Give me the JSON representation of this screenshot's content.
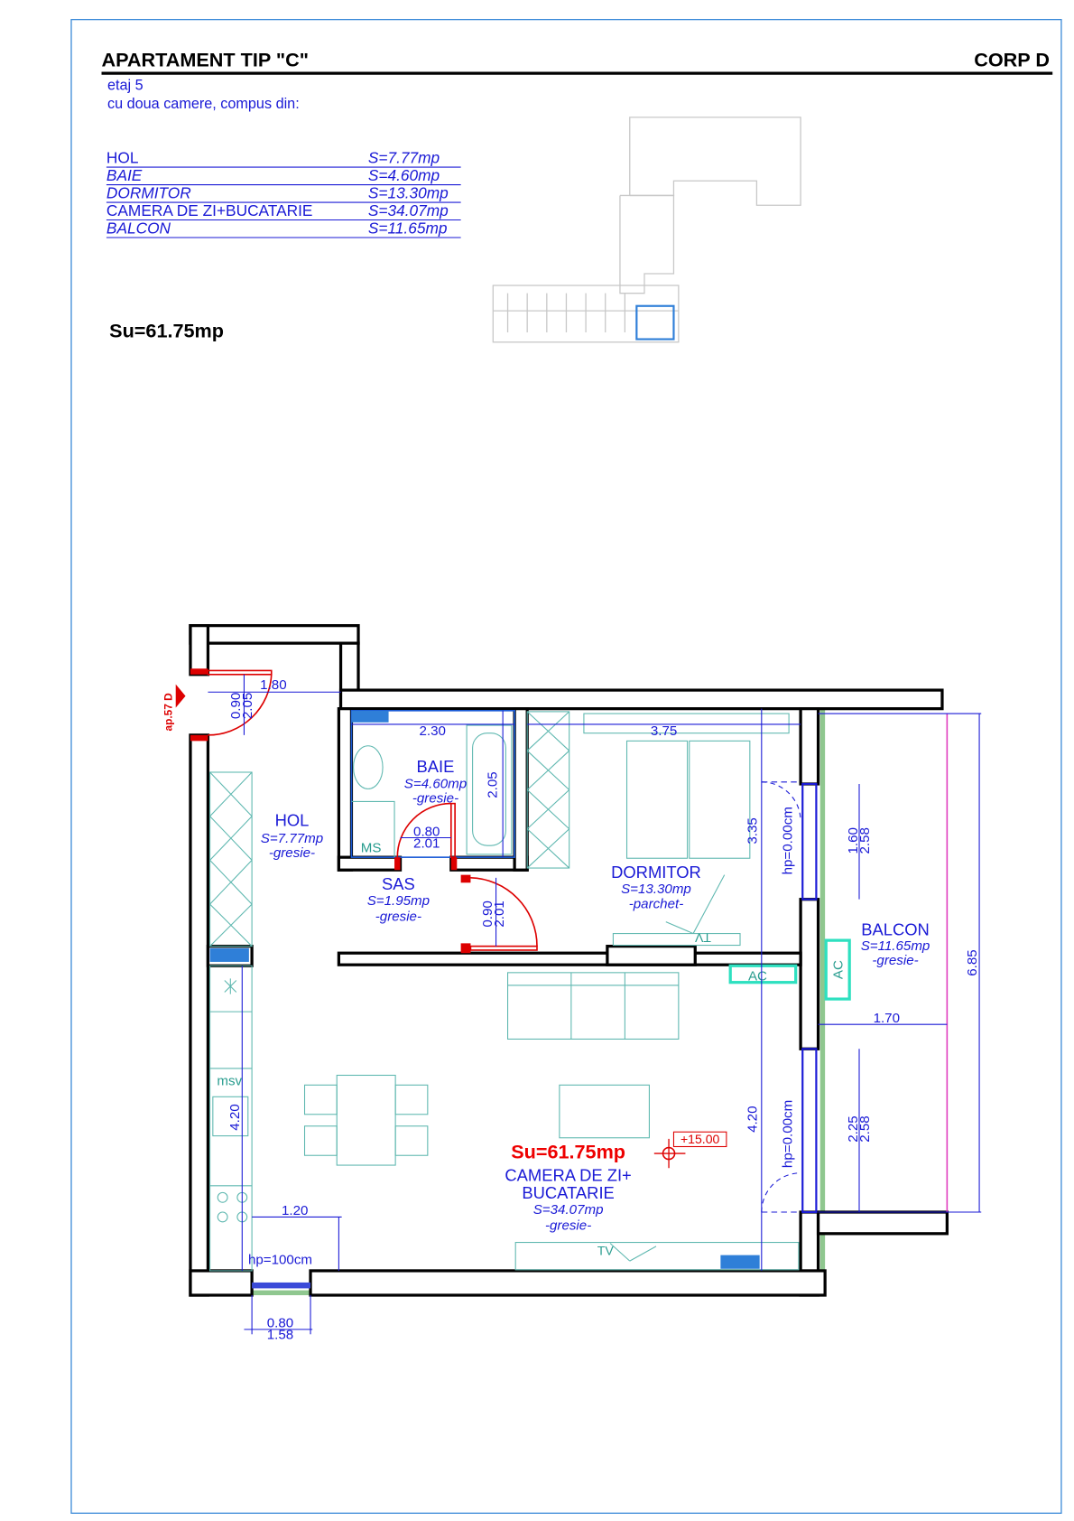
{
  "header": {
    "title": "APARTAMENT TIP \"C\"",
    "building": "CORP D"
  },
  "description": {
    "floor": "etaj 5",
    "summary": "cu doua camere, compus din:"
  },
  "rooms": [
    {
      "name": "HOL",
      "area": "S=7.77mp"
    },
    {
      "name": "BAIE",
      "area": "S=4.60mp"
    },
    {
      "name": "DORMITOR",
      "area": "S=13.30mp"
    },
    {
      "name": "CAMERA DE ZI+BUCATARIE",
      "area": "S=34.07mp"
    },
    {
      "name": "BALCON",
      "area": "S=11.65mp"
    }
  ],
  "total_area": "Su=61.75mp",
  "plan": {
    "entrance": "ap.57 D",
    "hol": {
      "name": "HOL",
      "area": "S=7.77mp",
      "finish": "-gresie-"
    },
    "baie": {
      "name": "BAIE",
      "area": "S=4.60mp",
      "finish": "-gresie-"
    },
    "sas": {
      "name": "SAS",
      "area": "S=1.95mp",
      "finish": "-gresie-"
    },
    "dormitor": {
      "name": "DORMITOR",
      "area": "S=13.30mp",
      "finish": "-parchet-"
    },
    "balcon": {
      "name": "BALCON",
      "area": "S=11.65mp",
      "finish": "-gresie-"
    },
    "living": {
      "name1": "CAMERA DE ZI+",
      "name2": "BUCATARIE",
      "area": "S=34.07mp",
      "finish": "-gresie-"
    },
    "total": "Su=61.75mp",
    "level": "+15.00",
    "labels": {
      "ms": "MS",
      "msv": "msv",
      "tv": "TV",
      "ac": "AC"
    },
    "dims": {
      "d180": "1.80",
      "d090a": "0.90",
      "d205a": "2.05",
      "d230": "2.30",
      "d205b": "2.05",
      "d375": "3.75",
      "d080a": "0.80",
      "d201a": "2.01",
      "d090b": "0.90",
      "d201b": "2.01",
      "d335": "3.35",
      "hp1": "hp=0.00cm",
      "d160": "1.60",
      "d258a": "2.58",
      "d685": "6.85",
      "d170": "1.70",
      "d420a": "4.20",
      "d420b": "4.20",
      "hp2": "hp=0.00cm",
      "d225": "2.25",
      "d258b": "2.58",
      "d120": "1.20",
      "hp100": "hp=100cm",
      "d080b": "0.80",
      "d158": "1.58"
    }
  }
}
